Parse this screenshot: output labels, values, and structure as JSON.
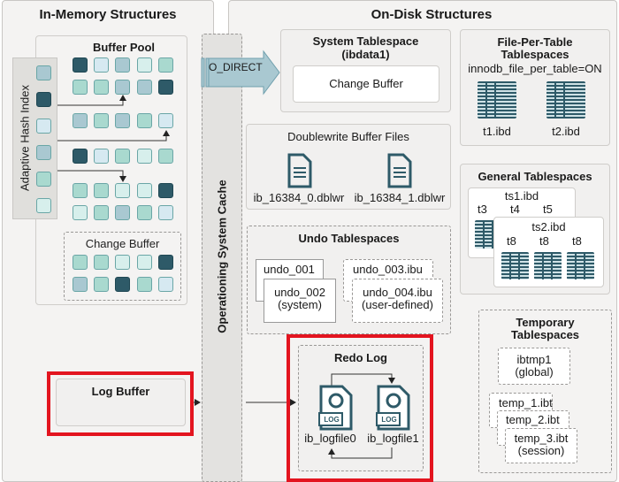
{
  "in_memory": {
    "title": "In-Memory Structures",
    "buffer_pool": {
      "title": "Buffer Pool"
    },
    "adaptive_hash_index": {
      "title": "Adaptive Hash Index"
    },
    "change_buffer": {
      "title": "Change Buffer"
    },
    "log_buffer": {
      "title": "Log Buffer"
    }
  },
  "os_cache": {
    "title": "Operationing System Cache",
    "o_direct": "O_DIRECT"
  },
  "on_disk": {
    "title": "On-Disk Structures",
    "system_tablespace": {
      "title": "System Tablespace",
      "subtitle": "(ibdata1)",
      "change_buffer": "Change Buffer"
    },
    "file_per_table": {
      "title": "File-Per-Table",
      "title2": "Tablespaces",
      "setting": "innodb_file_per_table=ON",
      "files": [
        "t1.ibd",
        "t2.ibd"
      ]
    },
    "doublewrite": {
      "title": "Doublewrite Buffer Files",
      "files": [
        "ib_16384_0.dblwr",
        "ib_16384_1.dblwr"
      ]
    },
    "general": {
      "title": "General Tablespaces",
      "ts1": "ts1.ibd",
      "ts1_tables": [
        "t3",
        "t4",
        "t5"
      ],
      "ts2": "ts2.ibd",
      "ts2_tables": [
        "t8",
        "t8",
        "t8"
      ]
    },
    "undo": {
      "title": "Undo Tablespaces",
      "u1": "undo_001",
      "u2": "undo_002",
      "u2_note": "(system)",
      "u3": "undo_003.ibu",
      "u4": "undo_004.ibu",
      "u4_note": "(user-defined)"
    },
    "redo": {
      "title": "Redo Log",
      "files": [
        "ib_logfile0",
        "ib_logfile1"
      ],
      "icon_label": "LOG"
    },
    "temporary": {
      "title": "Temporary",
      "title2": "Tablespaces",
      "global": "ibtmp1",
      "global_note": "(global)",
      "t1": "temp_1.ibt",
      "t2": "temp_2.ibt",
      "t3": "temp_3.ibt",
      "t3_note": "(session)"
    }
  },
  "colors": {
    "dark": "#2e5a68",
    "lightblue": "#d6e9f1",
    "grayblue": "#a9c8d1",
    "mint": "#a9d9cf",
    "palemint": "#d7efec",
    "highlight": "#e3141f"
  },
  "buffer_pool_grid": [
    [
      "dark",
      "lightblue",
      "grayblue",
      "palemint",
      "mint"
    ],
    [
      "mint",
      "mint",
      "grayblue",
      "grayblue",
      "dark"
    ],
    [
      "grayblue",
      "mint",
      "grayblue",
      "mint",
      "lightblue"
    ],
    [
      "dark",
      "lightblue",
      "mint",
      "palemint",
      "mint"
    ],
    [
      "mint",
      "mint",
      "palemint",
      "palemint",
      "dark"
    ],
    [
      "palemint",
      "mint",
      "grayblue",
      "mint",
      "lightblue"
    ]
  ],
  "change_buffer_grid": [
    [
      "mint",
      "mint",
      "palemint",
      "palemint",
      "dark"
    ],
    [
      "grayblue",
      "mint",
      "dark",
      "mint",
      "lightblue"
    ]
  ],
  "ahi_cells": [
    "grayblue",
    "dark",
    "lightblue",
    "grayblue",
    "mint",
    "palemint"
  ],
  "log_buffer_cells": [
    "lightblue",
    "mint",
    "mint",
    "dark",
    "mint"
  ]
}
